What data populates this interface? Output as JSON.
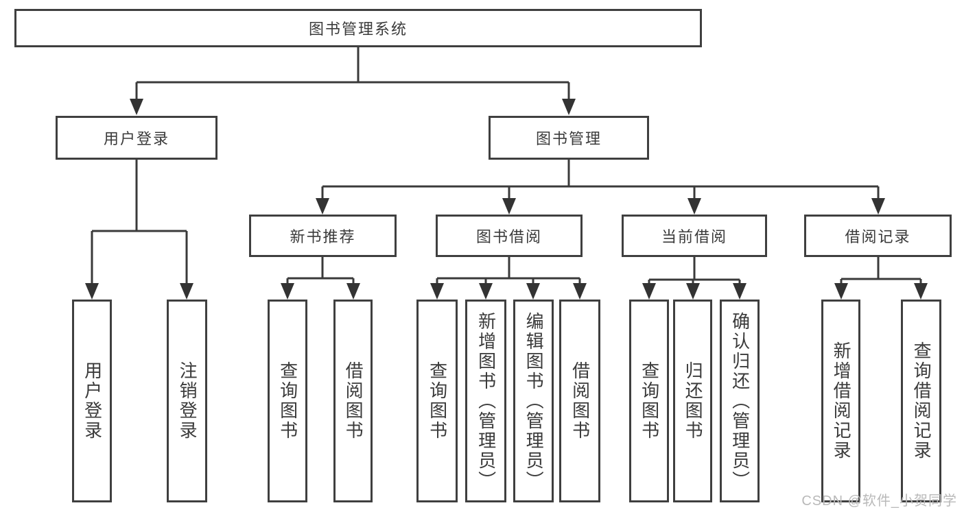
{
  "tree": {
    "label": "图书管理系统",
    "children": [
      {
        "label": "用户登录",
        "children": [
          {
            "label": "用户登录"
          },
          {
            "label": "注销登录"
          }
        ]
      },
      {
        "label": "图书管理",
        "children": [
          {
            "label": "新书推荐",
            "children": [
              {
                "label": "查询图书"
              },
              {
                "label": "借阅图书"
              }
            ]
          },
          {
            "label": "图书借阅",
            "children": [
              {
                "label": "查询图书"
              },
              {
                "label": "新增图书（管理员）"
              },
              {
                "label": "编辑图书（管理员）"
              },
              {
                "label": "借阅图书"
              }
            ]
          },
          {
            "label": "当前借阅",
            "children": [
              {
                "label": "查询图书"
              },
              {
                "label": "归还图书"
              },
              {
                "label": "确认归还（管理员）"
              }
            ]
          },
          {
            "label": "借阅记录",
            "children": [
              {
                "label": "新增借阅记录"
              },
              {
                "label": "查询借阅记录"
              }
            ]
          }
        ]
      }
    ]
  },
  "watermark": {
    "text": "CSDN @软件_小贺同学"
  },
  "colors": {
    "background": "#ffffff",
    "box_border": "#3f3f3f",
    "line": "#3a3a3a",
    "arrow_fill": "#333333",
    "text": "#3a3a3a",
    "watermark": "#b9b9b9"
  }
}
